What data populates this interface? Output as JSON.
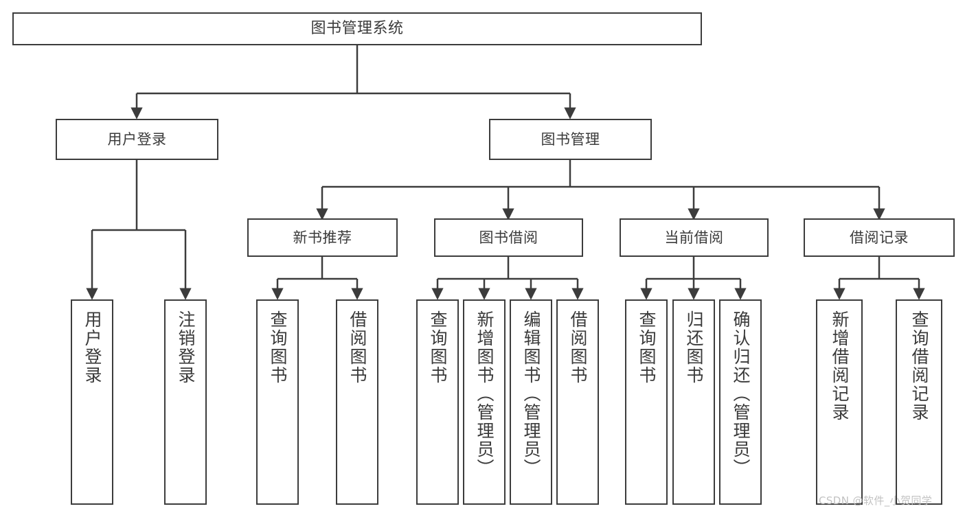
{
  "diagram": {
    "title": "图书管理系统",
    "type": "hierarchy-tree",
    "root": {
      "label": "图书管理系统"
    },
    "level2": [
      {
        "label": "用户登录"
      },
      {
        "label": "图书管理"
      }
    ],
    "level3": [
      {
        "label": "新书推荐"
      },
      {
        "label": "图书借阅"
      },
      {
        "label": "当前借阅"
      },
      {
        "label": "借阅记录"
      }
    ],
    "leaves": {
      "user_login": [
        {
          "label": "用户登录"
        },
        {
          "label": "注销登录"
        }
      ],
      "new_book_recommend": [
        {
          "label": "查询图书"
        },
        {
          "label": "借阅图书"
        }
      ],
      "book_borrow": [
        {
          "label": "查询图书"
        },
        {
          "label": "新增图书（管理员）"
        },
        {
          "label": "编辑图书（管理员）"
        },
        {
          "label": "借阅图书"
        }
      ],
      "current_borrow": [
        {
          "label": "查询图书"
        },
        {
          "label": "归还图书"
        },
        {
          "label": "确认归还（管理员）"
        }
      ],
      "borrow_record": [
        {
          "label": "新增借阅记录"
        },
        {
          "label": "查询借阅记录"
        }
      ]
    }
  },
  "watermark": {
    "text": "CSDN @软件_小贺同学"
  },
  "colors": {
    "border": "#3c3c3c",
    "text": "#3a3a3a",
    "background": "#ffffff",
    "watermark": "#c2c2c2"
  }
}
